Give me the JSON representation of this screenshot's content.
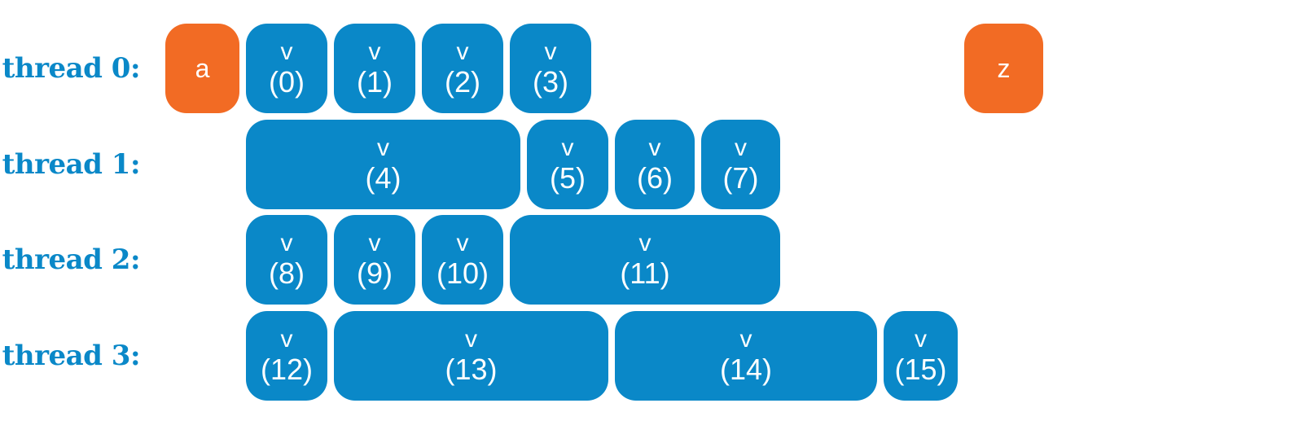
{
  "threads": [
    {
      "label": "thread 0:"
    },
    {
      "label": "thread 1:"
    },
    {
      "label": "thread 2:"
    },
    {
      "label": "thread 3:"
    }
  ],
  "endpoints": {
    "start": {
      "label": "a",
      "thread": 0
    },
    "end": {
      "label": "z",
      "thread": 0
    }
  },
  "tasks": [
    {
      "name": "v",
      "index": "(0)",
      "thread": 0
    },
    {
      "name": "v",
      "index": "(1)",
      "thread": 0
    },
    {
      "name": "v",
      "index": "(2)",
      "thread": 0
    },
    {
      "name": "v",
      "index": "(3)",
      "thread": 0
    },
    {
      "name": "v",
      "index": "(4)",
      "thread": 1
    },
    {
      "name": "v",
      "index": "(5)",
      "thread": 1
    },
    {
      "name": "v",
      "index": "(6)",
      "thread": 1
    },
    {
      "name": "v",
      "index": "(7)",
      "thread": 1
    },
    {
      "name": "v",
      "index": "(8)",
      "thread": 2
    },
    {
      "name": "v",
      "index": "(9)",
      "thread": 2
    },
    {
      "name": "v",
      "index": "(10)",
      "thread": 2
    },
    {
      "name": "v",
      "index": "(11)",
      "thread": 2
    },
    {
      "name": "v",
      "index": "(12)",
      "thread": 3
    },
    {
      "name": "v",
      "index": "(13)",
      "thread": 3
    },
    {
      "name": "v",
      "index": "(14)",
      "thread": 3
    },
    {
      "name": "v",
      "index": "(15)",
      "thread": 3
    }
  ],
  "colors": {
    "task": "#0a88c8",
    "endpoint": "#f26b24",
    "label": "#0a88c8"
  }
}
